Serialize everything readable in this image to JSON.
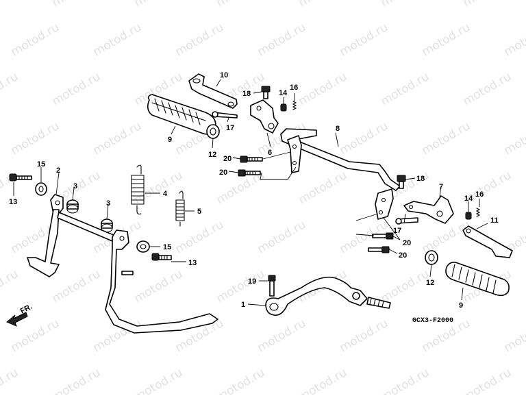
{
  "watermark": "motod.ru",
  "diagram_code": "GCX3-F2000",
  "direction_label": "FR.",
  "callouts": [
    {
      "id": "c10a",
      "text": "10"
    },
    {
      "id": "c18a",
      "text": "18"
    },
    {
      "id": "c14a",
      "text": "14"
    },
    {
      "id": "c16a",
      "text": "16"
    },
    {
      "id": "c17a",
      "text": "17"
    },
    {
      "id": "c9a",
      "text": "9"
    },
    {
      "id": "c12a",
      "text": "12"
    },
    {
      "id": "c6",
      "text": "6"
    },
    {
      "id": "c8",
      "text": "8"
    },
    {
      "id": "c20a",
      "text": "20"
    },
    {
      "id": "c20b",
      "text": "20"
    },
    {
      "id": "c15a",
      "text": "15"
    },
    {
      "id": "c2",
      "text": "2"
    },
    {
      "id": "c3a",
      "text": "3"
    },
    {
      "id": "c13a",
      "text": "13"
    },
    {
      "id": "c4",
      "text": "4"
    },
    {
      "id": "c3b",
      "text": "3"
    },
    {
      "id": "c5",
      "text": "5"
    },
    {
      "id": "c15b",
      "text": "15"
    },
    {
      "id": "c13b",
      "text": "13"
    },
    {
      "id": "c18b",
      "text": "18"
    },
    {
      "id": "c7",
      "text": "7"
    },
    {
      "id": "c14b",
      "text": "14"
    },
    {
      "id": "c16b",
      "text": "16"
    },
    {
      "id": "c11",
      "text": "11"
    },
    {
      "id": "c17b",
      "text": "17"
    },
    {
      "id": "c20c",
      "text": "20"
    },
    {
      "id": "c20d",
      "text": "20"
    },
    {
      "id": "c12b",
      "text": "12"
    },
    {
      "id": "c9b",
      "text": "9"
    },
    {
      "id": "c19",
      "text": "19"
    },
    {
      "id": "c1",
      "text": "1"
    }
  ]
}
